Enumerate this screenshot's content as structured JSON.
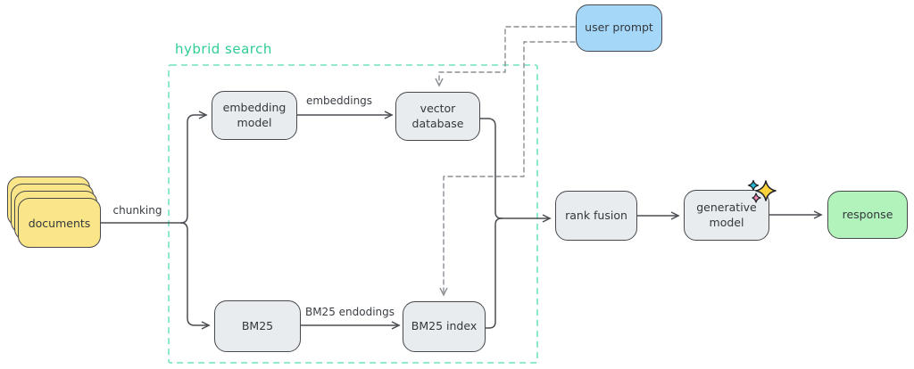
{
  "diagram": {
    "title_label": "hybrid search",
    "nodes": {
      "documents": {
        "label": "documents"
      },
      "embedding_model": {
        "label": "embedding model"
      },
      "vector_database": {
        "label": "vector database"
      },
      "bm25": {
        "label": "BM25"
      },
      "bm25_index": {
        "label": "BM25 index"
      },
      "rank_fusion": {
        "label": "rank fusion"
      },
      "generative_model": {
        "label": "generative model"
      },
      "response": {
        "label": "response"
      },
      "user_prompt": {
        "label": "user prompt"
      }
    },
    "edge_labels": {
      "chunking": "chunking",
      "embeddings": "embeddings",
      "bm25_encodings": "BM25 endodings"
    },
    "icons": {
      "sparkles": "sparkles-icon"
    },
    "colors": {
      "documents_fill": "#FAE588",
      "user_prompt_fill": "#A5D8F8",
      "response_fill": "#B2F2BB",
      "node_fill": "#E9ECEF",
      "node_border": "#47494D",
      "hybrid_border": "#71E3C1",
      "hybrid_label": "#2FCE93",
      "solid_line": "#4A4D51",
      "dashed_line": "#8A8F94",
      "text": "#33373C",
      "sparkle_yellow": "#FFD43B",
      "sparkle_cyan": "#22B8CF",
      "sparkle_pink": "#F783AC"
    }
  }
}
